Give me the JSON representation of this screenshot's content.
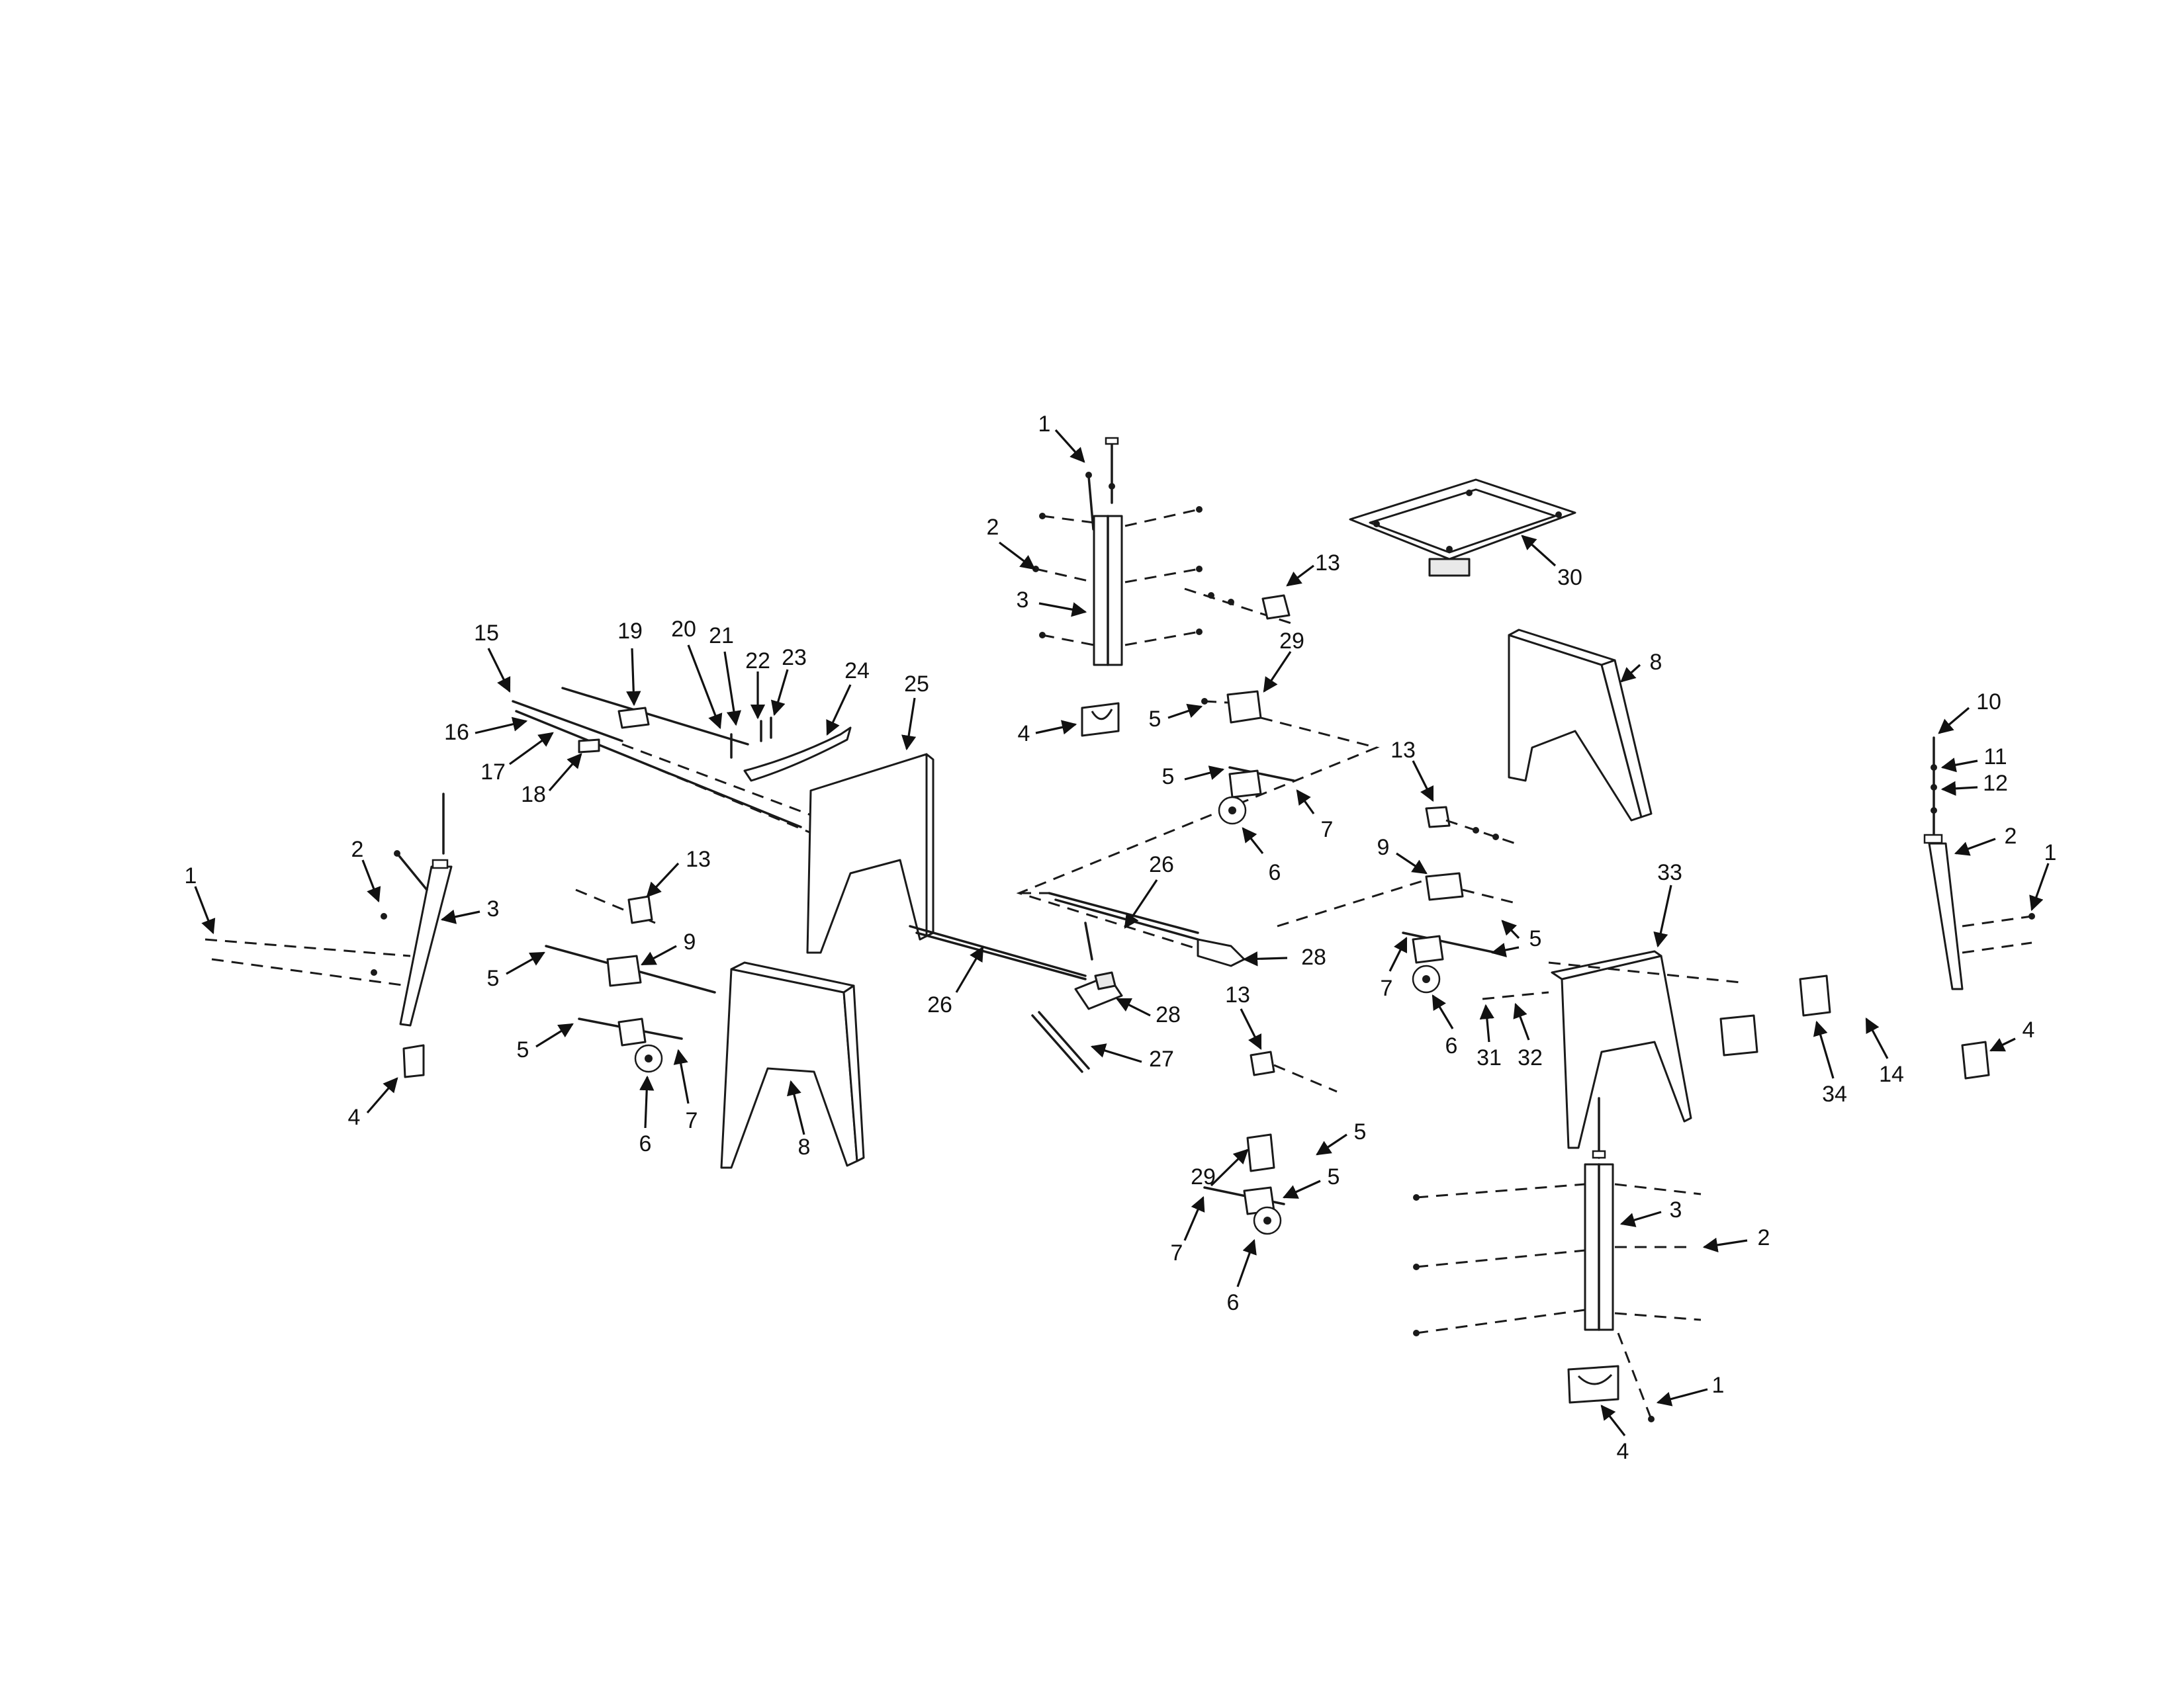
{
  "callouts": {
    "c1_top": "1",
    "c2_top": "2",
    "c3_top": "3",
    "c13_top": "13",
    "c30": "30",
    "c29_top": "29",
    "c4_top": "4",
    "c5_top": "5",
    "c8_right": "8",
    "c5_mid": "5",
    "c7_mid": "7",
    "c6_mid": "6",
    "c13_mid": "13",
    "c15": "15",
    "c16": "16",
    "c17": "17",
    "c18": "18",
    "c19": "19",
    "c20": "20",
    "c21": "21",
    "c22": "22",
    "c23": "23",
    "c24": "24",
    "c25": "25",
    "c10": "10",
    "c11": "11",
    "c12": "12",
    "c2_right": "2",
    "c1_right": "1",
    "c4_right": "4",
    "c1_left": "1",
    "c2_left": "2",
    "c3_left": "3",
    "c4_left": "4",
    "c13_left": "13",
    "c9_left": "9",
    "c5_left_a": "5",
    "c5_left_b": "5",
    "c6_left": "6",
    "c7_left": "7",
    "c8_left": "8",
    "c26_a": "26",
    "c26_b": "26",
    "c27": "27",
    "c28_a": "28",
    "c28_b": "28",
    "c9_right": "9",
    "c5_right": "5",
    "c7_right": "7",
    "c6_right": "6",
    "c33": "33",
    "c31": "31",
    "c32": "32",
    "c34": "34",
    "c14": "14",
    "c13_low": "13",
    "c29_low": "29",
    "c5_low_a": "5",
    "c5_low_b": "5",
    "c7_low": "7",
    "c6_low": "6",
    "c3_bot": "3",
    "c2_bot": "2",
    "c1_bot": "1",
    "c4_bot": "4"
  }
}
